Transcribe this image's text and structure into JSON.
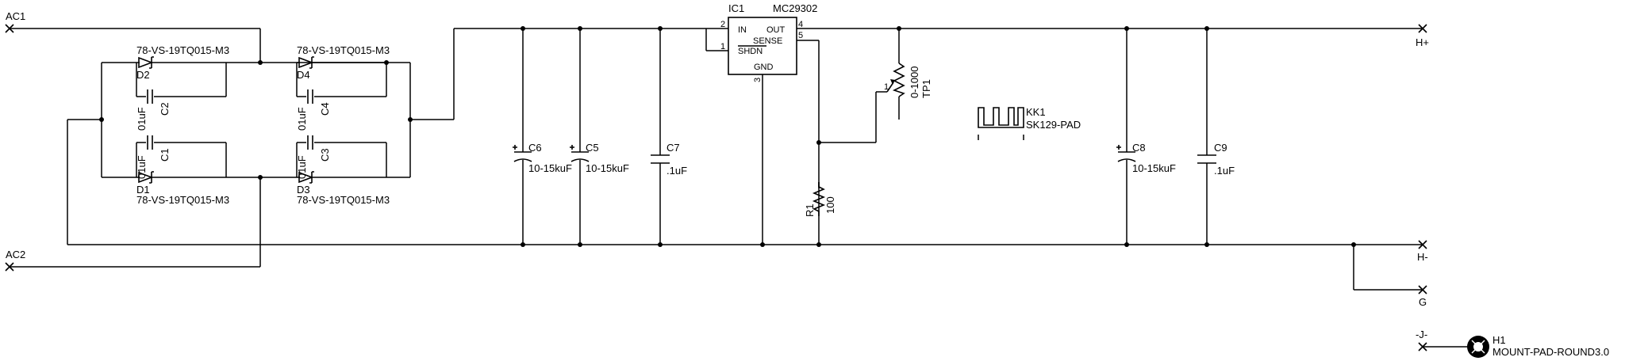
{
  "ports": {
    "ac1": "AC1",
    "ac2": "AC2",
    "hplus": "H+",
    "hminus": "H-",
    "g": "G",
    "j": "-J-"
  },
  "diodes": {
    "d1": {
      "ref": "D1",
      "value": "78-VS-19TQ015-M3"
    },
    "d2": {
      "ref": "D2",
      "value": "78-VS-19TQ015-M3"
    },
    "d3": {
      "ref": "D3",
      "value": "78-VS-19TQ015-M3"
    },
    "d4": {
      "ref": "D4",
      "value": "78-VS-19TQ015-M3"
    }
  },
  "snubber_caps": {
    "c1": {
      "ref": "C1",
      "value": "01uF"
    },
    "c2": {
      "ref": "C2",
      "value": "01uF"
    },
    "c3": {
      "ref": "C3",
      "value": "01uF"
    },
    "c4": {
      "ref": "C4",
      "value": "01uF"
    }
  },
  "filter_caps": {
    "c5": {
      "ref": "C5",
      "value": "10-15kuF"
    },
    "c6": {
      "ref": "C6",
      "value": "10-15kuF"
    },
    "c7": {
      "ref": "C7",
      "value": ".1uF"
    },
    "c8": {
      "ref": "C8",
      "value": "10-15kuF"
    },
    "c9": {
      "ref": "C9",
      "value": ".1uF"
    }
  },
  "regulator": {
    "ref": "IC1",
    "part": "MC29302",
    "pins": {
      "in": "IN",
      "out": "OUT",
      "sense": "SENSE",
      "shdn": "SHDN",
      "gnd": "GND",
      "in_num": "2",
      "shdn_num": "1",
      "gnd_num": "3",
      "out_num": "4",
      "sense_num": "5"
    }
  },
  "trimpot": {
    "ref": "TP1",
    "value": "0-1000",
    "pin_label": "1"
  },
  "resistor": {
    "ref": "R1",
    "value": "100"
  },
  "heatsink": {
    "ref": "KK1",
    "value": "SK129-PAD"
  },
  "mount": {
    "ref": "H1",
    "value": "MOUNT-PAD-ROUND3.0"
  }
}
